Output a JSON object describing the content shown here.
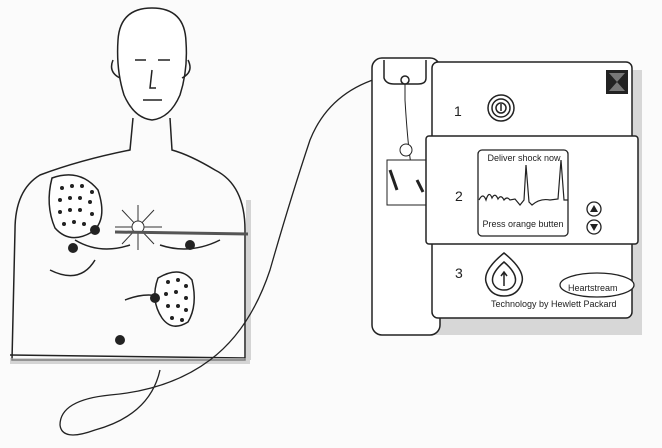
{
  "device": {
    "step_numbers": [
      "1",
      "2",
      "3"
    ],
    "screen_top_text": "Deliver shock now",
    "screen_bottom_text": "Press orange butten",
    "brand_logo": "Heartstream",
    "footer_text": "Technology by Hewlett Packard"
  },
  "icons": [
    "power-button-icon",
    "shock-button-icon",
    "arrow-up-icon",
    "arrow-down-icon",
    "hourglass-icon"
  ]
}
